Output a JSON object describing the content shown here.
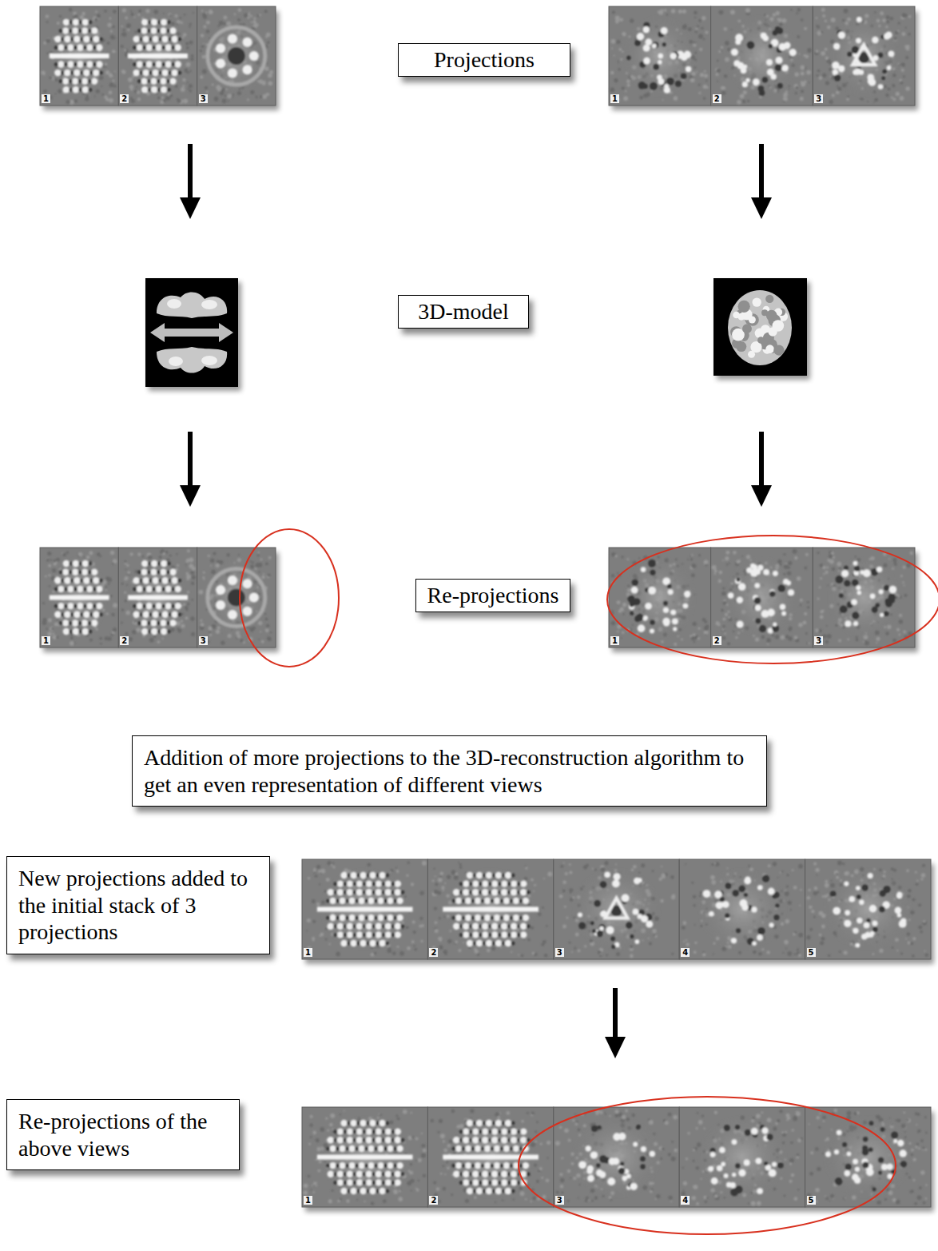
{
  "diagram": {
    "nodes": [
      {
        "text": [
          "Projections"
        ]
      },
      {
        "text": [
          "3D-model"
        ]
      },
      {
        "text": [
          "Re-projections"
        ]
      },
      {
        "text": [
          "Addition of more projections to the 3D-reconstruction algorithm to get an even representation of different views"
        ]
      },
      {
        "text": [
          "New projections added to the initial stack of 3 projections"
        ]
      },
      {
        "text": [
          "Re-projections of the above views"
        ]
      }
    ],
    "labels": [
      "1",
      "2",
      "3",
      "1",
      "2",
      "3",
      "1",
      "2",
      "3",
      "1",
      "2",
      "3",
      "1",
      "2",
      "3",
      "4",
      "5",
      "1",
      "2",
      "3",
      "4",
      "5"
    ]
  }
}
